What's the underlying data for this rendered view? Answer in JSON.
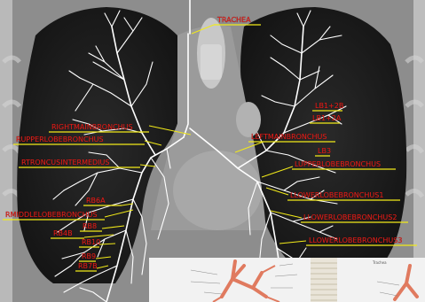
{
  "labels": {
    "trachea": "TRACHEA",
    "right_main_bronchus": "RIGHTMAINBRONCHUS",
    "r_upper_lobe_bronchus": "RUPPERLOBEBRONCHUS",
    "r_intermedius": "RTRONCUSINTERMEDIUS",
    "rb6a": "RB6A",
    "r_middle_lobe_bronchus": "RMIDDLELOBEBRONCHUS",
    "rb8": "RB8",
    "rb4b": "RB4B",
    "rb10": "RB10",
    "rb9": "RB9",
    "rb7b": "RB7B",
    "lb1_2b": "LB1+2B",
    "lb1_2a": "LB1+2A",
    "left_main_bronchus": "LEFTMAINBRONCHUS",
    "lb3": "LB3",
    "l_upper_lobe_bronchus": "LUPPERLOBEBRONCHUS",
    "l_lower_lobe_bronchus1": "LLOWERLOBEBRONCHUS1",
    "l_lower_lobe_bronchus2": "LLOWERLOBEBRONCHUS2",
    "l_lower_lobe_bronchus3": "LLOWERLOBEBRONCHUS3"
  },
  "inset": {
    "trachea_label": "Trachea"
  },
  "colors": {
    "label_text": "#e3201b",
    "underline": "#f2ea19",
    "airway": "#ffffff",
    "inset_airway": "#e07a5f"
  }
}
